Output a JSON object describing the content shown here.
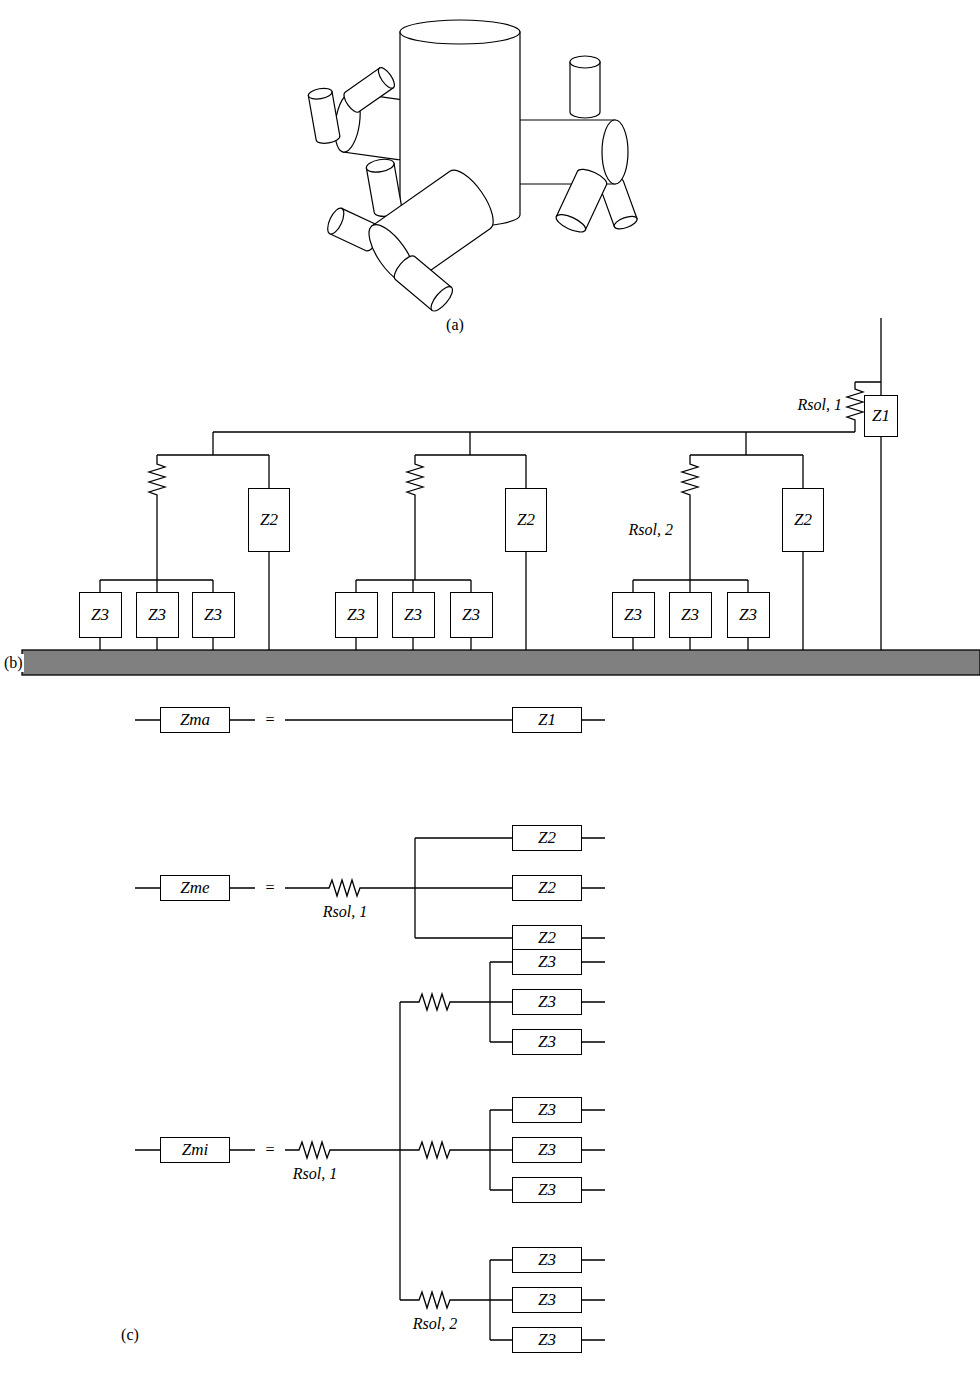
{
  "diagram": {
    "nodes": [
      {
        "text": [
          "Z1"
        ]
      },
      {
        "text": [
          "Z2"
        ]
      },
      {
        "text": [
          "Z2"
        ]
      },
      {
        "text": [
          "Z2"
        ]
      },
      {
        "text": [
          "Z3"
        ]
      },
      {
        "text": [
          "Z3"
        ]
      },
      {
        "text": [
          "Z3"
        ]
      },
      {
        "text": [
          "Z3"
        ]
      },
      {
        "text": [
          "Z3"
        ]
      },
      {
        "text": [
          "Z3"
        ]
      },
      {
        "text": [
          "Z3"
        ]
      },
      {
        "text": [
          "Z3"
        ]
      },
      {
        "text": [
          "Z3"
        ]
      },
      {
        "text": [
          "Zma"
        ]
      },
      {
        "text": [
          "Z1"
        ]
      },
      {
        "text": [
          "Zme"
        ]
      },
      {
        "text": [
          "Z2"
        ]
      },
      {
        "text": [
          "Z2"
        ]
      },
      {
        "text": [
          "Z2"
        ]
      },
      {
        "text": [
          "Zmi"
        ]
      },
      {
        "text": [
          "Z3"
        ]
      },
      {
        "text": [
          "Z3"
        ]
      },
      {
        "text": [
          "Z3"
        ]
      },
      {
        "text": [
          "Z3"
        ]
      },
      {
        "text": [
          "Z3"
        ]
      },
      {
        "text": [
          "Z3"
        ]
      },
      {
        "text": [
          "Z3"
        ]
      },
      {
        "text": [
          "Z3"
        ]
      },
      {
        "text": [
          "Z3"
        ]
      }
    ],
    "labels": [
      "(a)",
      "Rsol, 1",
      "Rsol, 2",
      "(b)",
      "=",
      "=",
      "Rsol, 1",
      "=",
      "Rsol, 1",
      "(c)",
      "Rsol, 2"
    ]
  }
}
